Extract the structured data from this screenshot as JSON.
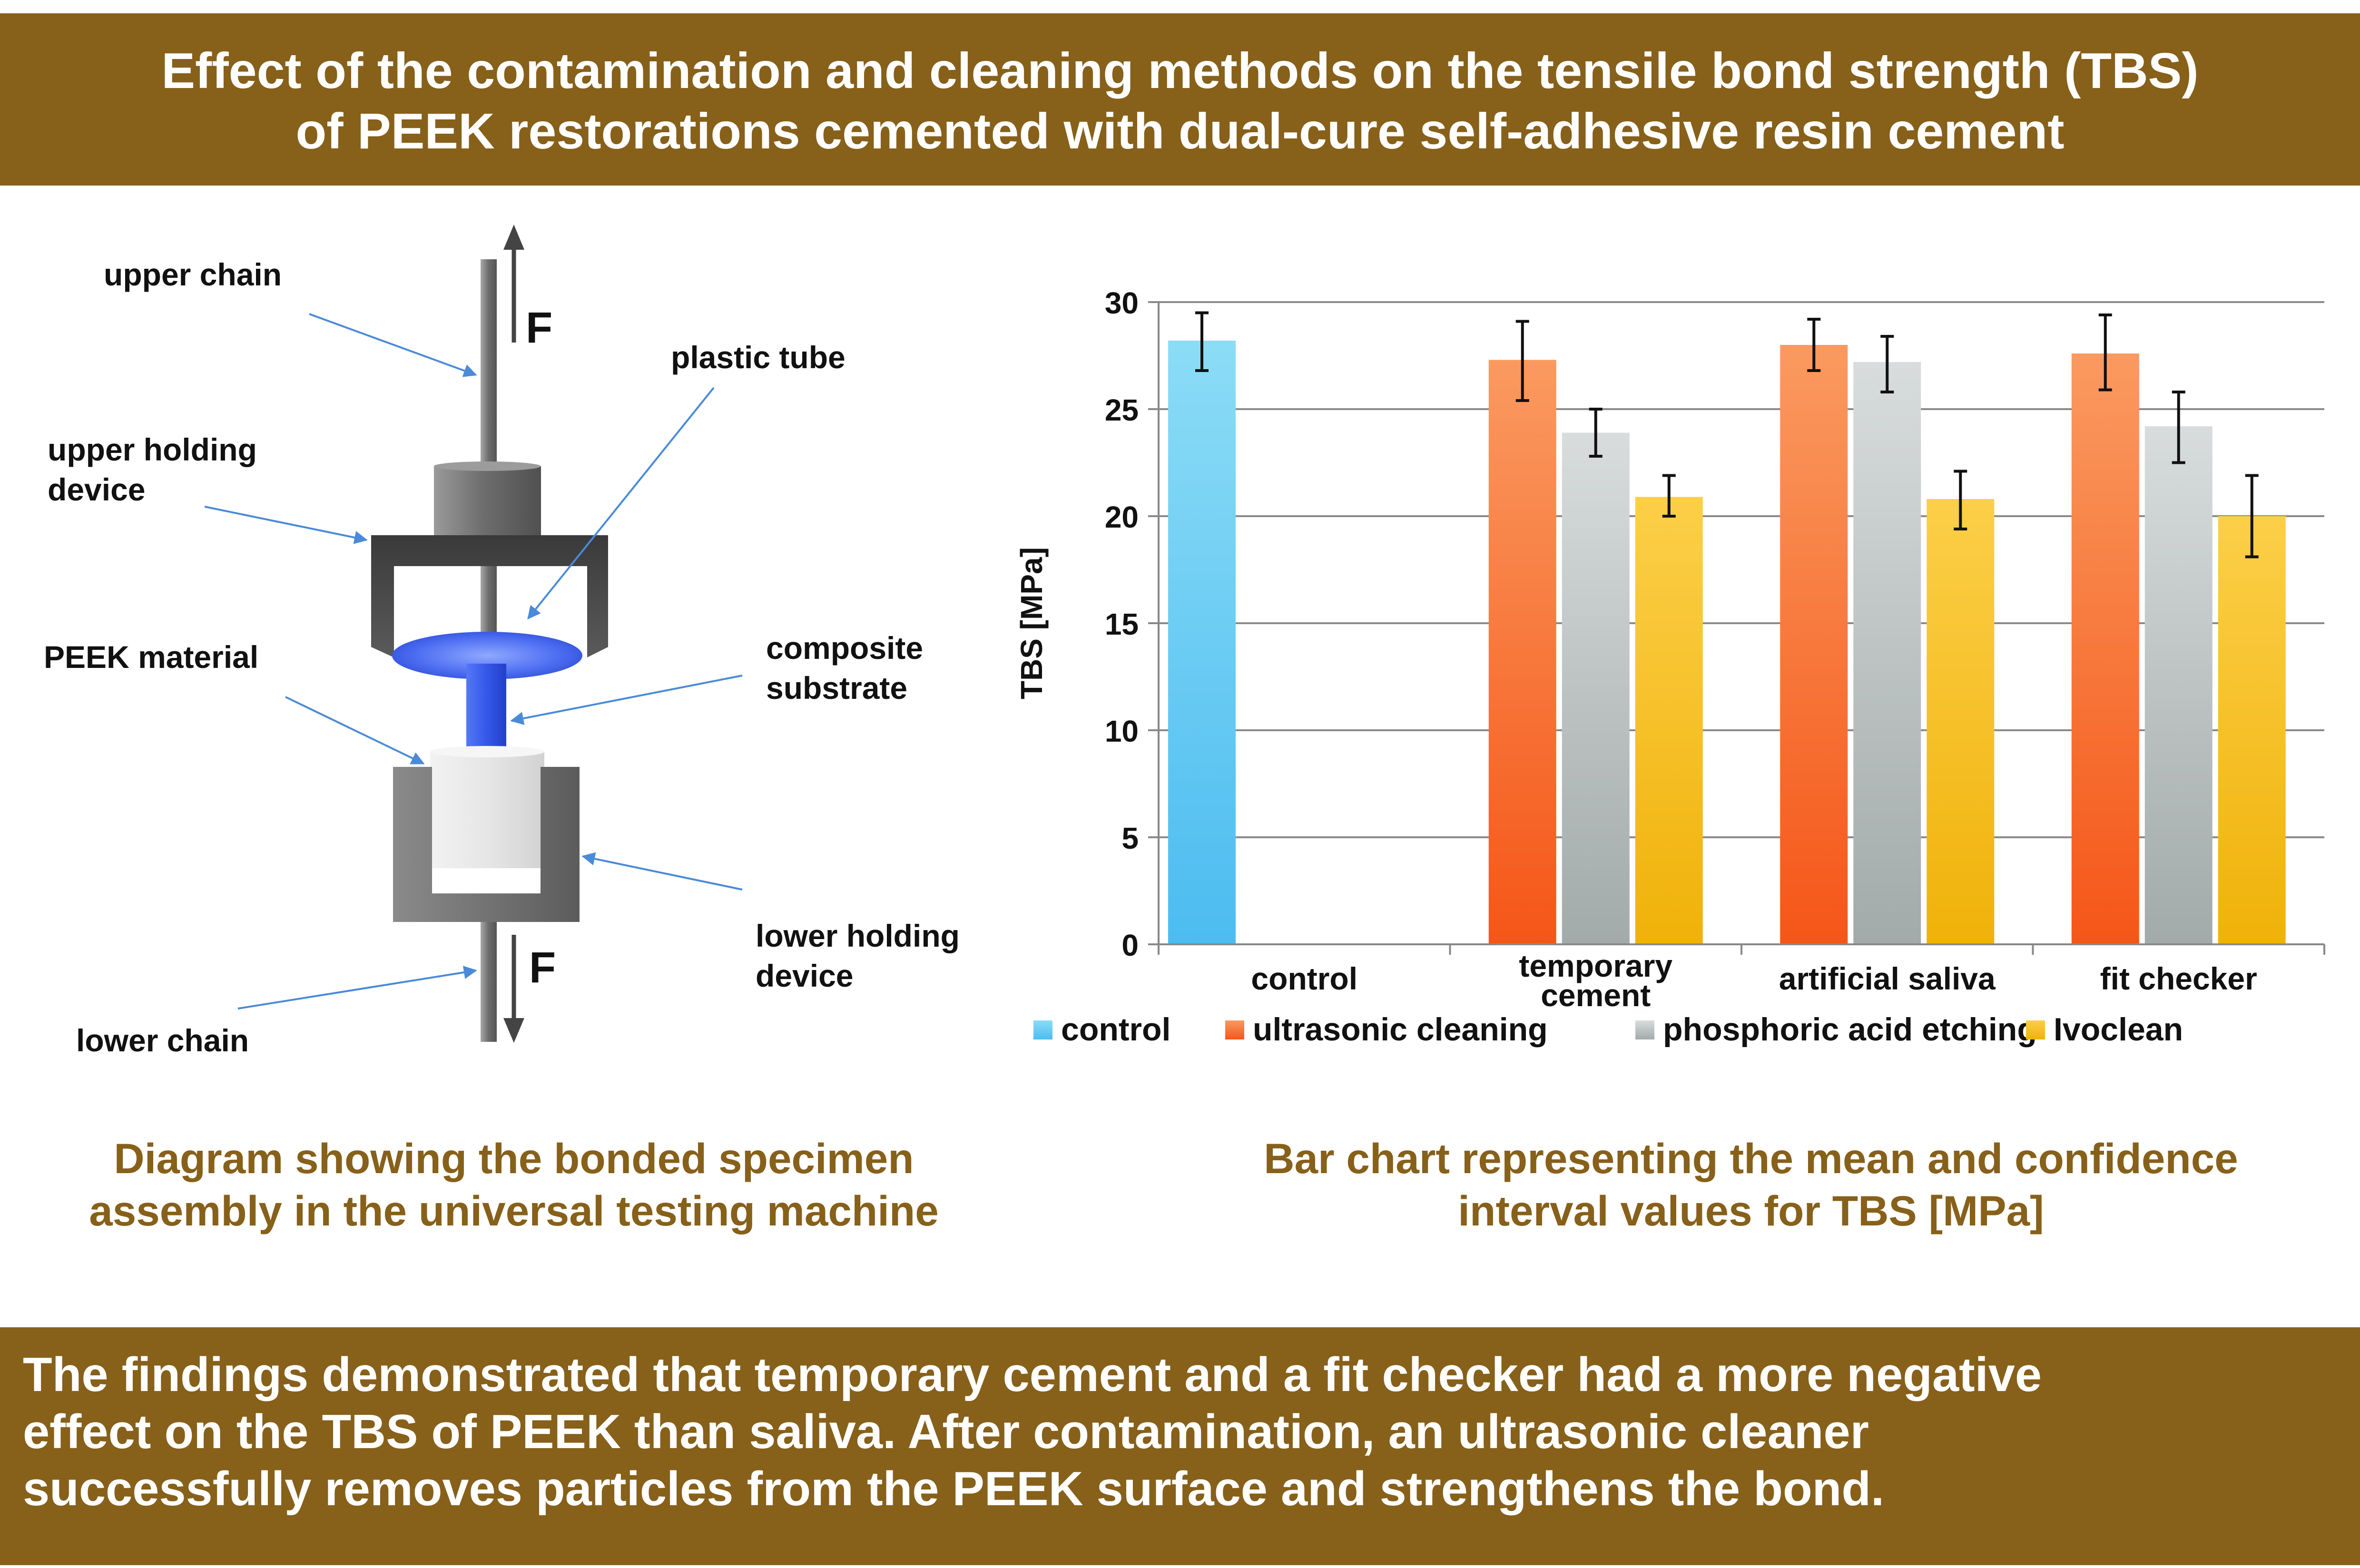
{
  "header": {
    "title_lines": [
      "Effect of the contamination and cleaning methods on the tensile bond strength (TBS)",
      "of PEEK restorations cemented with dual-cure self-adhesive resin cement"
    ]
  },
  "diagram": {
    "labels": {
      "upper_chain": "upper chain",
      "upper_holding_device": [
        "upper holding",
        "device"
      ],
      "peek_material": "PEEK material",
      "lower_chain": "lower chain",
      "plastic_tube": "plastic tube",
      "composite_substrate": [
        "composite",
        "substrate"
      ],
      "lower_holding_device": [
        "lower holding",
        "device"
      ],
      "force_top": "F",
      "force_bottom": "F"
    },
    "caption_lines": [
      "Diagram showing the bonded specimen",
      "assembly in the universal testing machine"
    ]
  },
  "chart_caption_lines": [
    "Bar chart representing the mean and confidence",
    "interval values for TBS [MPa]"
  ],
  "chart_data": {
    "type": "bar",
    "ylabel": "TBS [MPa]",
    "ylim": [
      0,
      30
    ],
    "yticks": [
      0,
      5,
      10,
      15,
      20,
      25,
      30
    ],
    "grid": true,
    "legend_position": "bottom",
    "categories": [
      {
        "lines": [
          "control"
        ]
      },
      {
        "lines": [
          "temporary",
          "cement"
        ]
      },
      {
        "lines": [
          "artificial saliva"
        ]
      },
      {
        "lines": [
          "fit checker"
        ]
      }
    ],
    "series": [
      {
        "name": "control",
        "color_top": "#8cdcf6",
        "color_bottom": "#4cbcf0",
        "values": [
          28.2,
          null,
          null,
          null
        ],
        "ci_low": [
          26.8,
          null,
          null,
          null
        ],
        "ci_high": [
          29.5,
          null,
          null,
          null
        ]
      },
      {
        "name": "ultrasonic cleaning",
        "color_top": "#fa9a60",
        "color_bottom": "#f55618",
        "values": [
          null,
          27.3,
          28.0,
          27.6
        ],
        "ci_low": [
          null,
          25.4,
          26.8,
          25.9
        ],
        "ci_high": [
          null,
          29.1,
          29.2,
          29.4
        ]
      },
      {
        "name": "phosphoric acid etching",
        "color_top": "#d8dcdc",
        "color_bottom": "#a2aaaa",
        "values": [
          null,
          23.9,
          27.2,
          24.2
        ],
        "ci_low": [
          null,
          22.8,
          25.8,
          22.5
        ],
        "ci_high": [
          null,
          25.0,
          28.4,
          25.8
        ]
      },
      {
        "name": "Ivoclean",
        "color_top": "#fccf48",
        "color_bottom": "#f0b20a",
        "values": [
          null,
          20.9,
          20.8,
          20.0
        ],
        "ci_low": [
          null,
          20.0,
          19.4,
          18.1
        ],
        "ci_high": [
          null,
          21.9,
          22.1,
          21.9
        ]
      }
    ]
  },
  "footer": {
    "summary_lines": [
      "The findings demonstrated that temporary cement and a fit checker had a more negative",
      "effect on the TBS of PEEK than saliva. After contamination, an  ultrasonic cleaner",
      "successfully removes particles from the PEEK surface and strengthens the bond."
    ]
  }
}
